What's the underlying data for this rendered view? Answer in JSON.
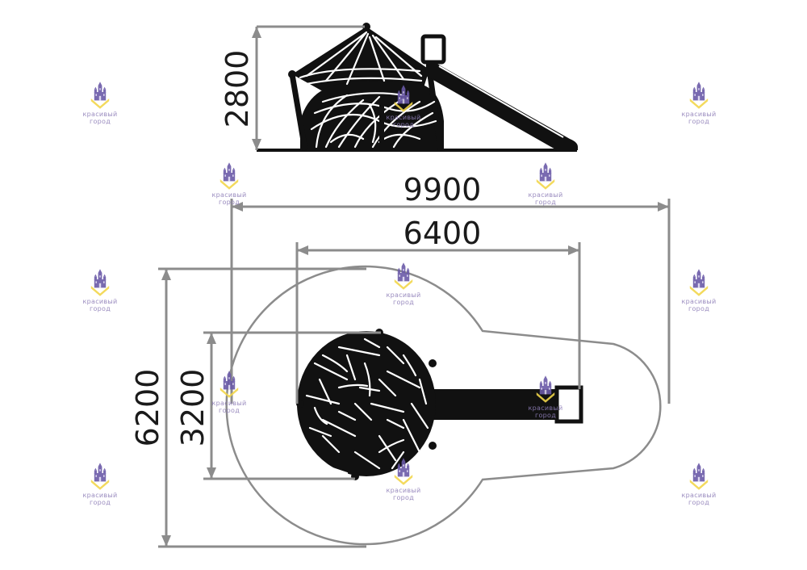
{
  "dimensions": {
    "side_height": "2800",
    "overall_length": "9900",
    "structure_length": "6400",
    "overall_width": "6200",
    "structure_width": "3200"
  },
  "watermark": {
    "brand": "красивый город",
    "line1": "красивый",
    "line2": "город",
    "icon": "castle-logo-icon"
  },
  "colors": {
    "dimension_lines": "#8c8c8c",
    "structure": "#111111",
    "watermark_primary": "#6a5aa8",
    "watermark_accent": "#f2d64b"
  }
}
